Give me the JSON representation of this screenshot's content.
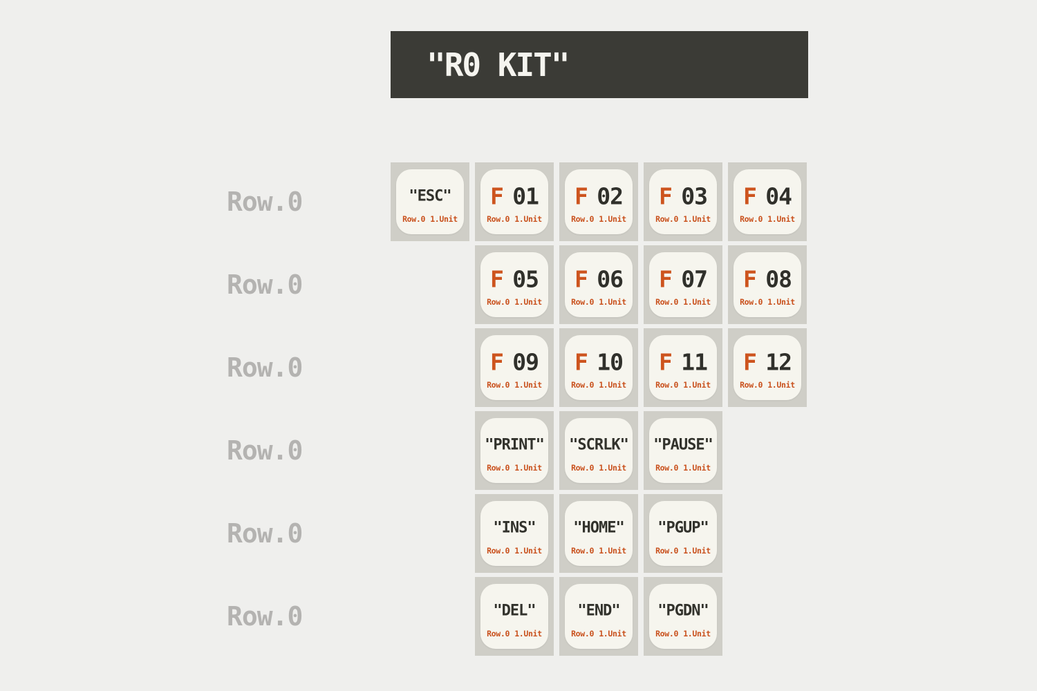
{
  "title": "\"R0 KIT\"",
  "colors": {
    "background": "#efefed",
    "title_bar": "#3b3b36",
    "title_text": "#f5f4ef",
    "plate": "#cfcec7",
    "keycap": "#f6f5ee",
    "accent_orange": "#cd541e",
    "legend_dark": "#32322c",
    "row_label_gray": "#b4b3b1"
  },
  "row_labels": [
    "Row.0",
    "Row.0",
    "Row.0",
    "Row.0",
    "Row.0",
    "Row.0"
  ],
  "sub": {
    "row": "Row.0",
    "unit": "1.Unit"
  },
  "keys": {
    "esc": {
      "legend": "\"ESC\""
    },
    "f01": {
      "f": "F",
      "num": "01"
    },
    "f02": {
      "f": "F",
      "num": "02"
    },
    "f03": {
      "f": "F",
      "num": "03"
    },
    "f04": {
      "f": "F",
      "num": "04"
    },
    "f05": {
      "f": "F",
      "num": "05"
    },
    "f06": {
      "f": "F",
      "num": "06"
    },
    "f07": {
      "f": "F",
      "num": "07"
    },
    "f08": {
      "f": "F",
      "num": "08"
    },
    "f09": {
      "f": "F",
      "num": "09"
    },
    "f10": {
      "f": "F",
      "num": "10"
    },
    "f11": {
      "f": "F",
      "num": "11"
    },
    "f12": {
      "f": "F",
      "num": "12"
    },
    "print": {
      "legend": "\"PRINT\""
    },
    "scrlk": {
      "legend": "\"SCRLK\""
    },
    "pause": {
      "legend": "\"PAUSE\""
    },
    "ins": {
      "legend": "\"INS\""
    },
    "home": {
      "legend": "\"HOME\""
    },
    "pgup": {
      "legend": "\"PGUP\""
    },
    "del": {
      "legend": "\"DEL\""
    },
    "end": {
      "legend": "\"END\""
    },
    "pgdn": {
      "legend": "\"PGDN\""
    }
  }
}
